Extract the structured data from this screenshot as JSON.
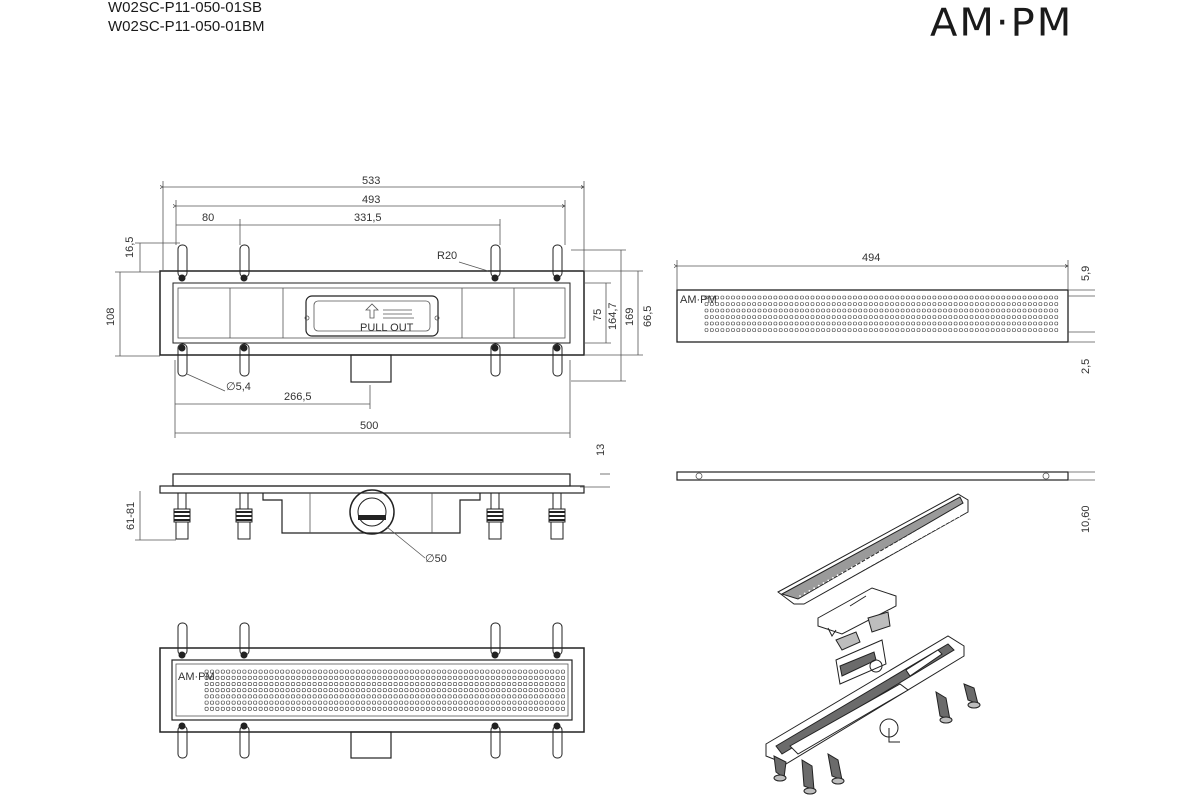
{
  "header": {
    "codes": [
      "W02SC-P11-050-01SB",
      "W02SC-P11-050-01BM"
    ],
    "brand": "AM·PM"
  },
  "dimensions": {
    "top": [
      "533",
      "493",
      "80",
      "331,5",
      "R20",
      "16,5",
      "108",
      "75",
      "164,7",
      "169",
      "66,5",
      "∅5,4",
      "266,5",
      "500"
    ],
    "grate": [
      "494",
      "5,9",
      "2,5",
      "10,60"
    ],
    "side": [
      "13",
      "61-81",
      "∅50"
    ]
  },
  "labels": {
    "pull_out": "PULL OUT",
    "mini_logo": "AM·PM"
  },
  "colors": {
    "line": "#222222",
    "fill_gray": "#6b6b6b",
    "background": "#ffffff"
  }
}
